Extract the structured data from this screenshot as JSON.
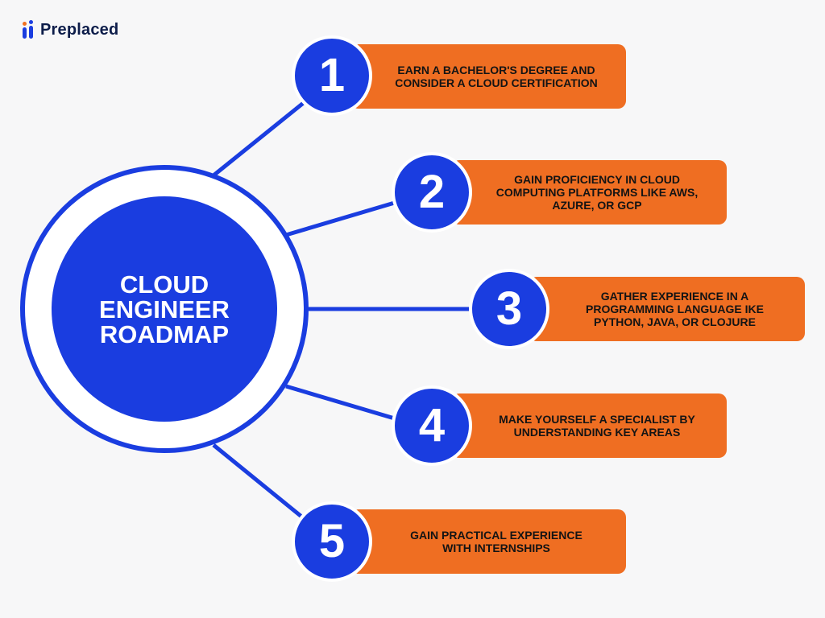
{
  "brand": {
    "name": "Preplaced"
  },
  "hub": {
    "title": "CLOUD ENGINEER ROADMAP"
  },
  "steps": [
    {
      "number": "1",
      "text": "EARN A BACHELOR'S DEGREE AND CONSIDER A CLOUD CERTIFICATION"
    },
    {
      "number": "2",
      "text": "GAIN PROFICIENCY IN CLOUD COMPUTING PLATFORMS LIKE AWS, AZURE, OR GCP"
    },
    {
      "number": "3",
      "text": "GATHER EXPERIENCE IN A PROGRAMMING LANGUAGE IKE PYTHON, JAVA, OR CLOJURE"
    },
    {
      "number": "4",
      "text": "MAKE YOURSELF A SPECIALIST BY UNDERSTANDING KEY AREAS"
    },
    {
      "number": "5",
      "text": "GAIN PRACTICAL EXPERIENCE WITH INTERNSHIPS"
    }
  ],
  "colors": {
    "primary": "#1a3de0",
    "accent": "#ef6e22",
    "background": "#f7f7f8",
    "text_dark": "#141414"
  }
}
